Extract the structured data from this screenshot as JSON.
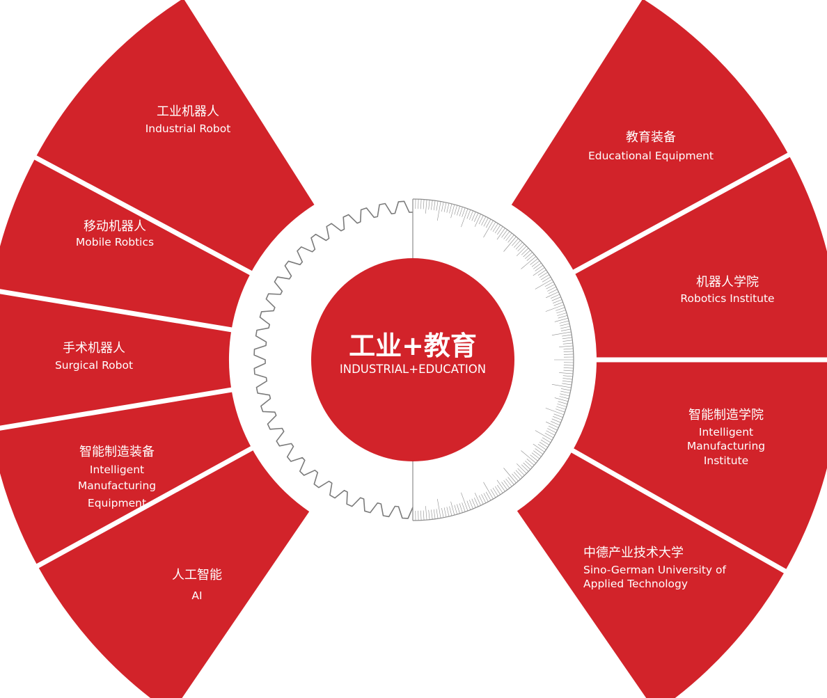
{
  "colors": {
    "accent": "#d2232a",
    "divider": "#ffffff",
    "gear": "#7a7a7a",
    "scale": "#8c8c8c"
  },
  "center": {
    "title_zh": "工业+教育",
    "title_en": "INDUSTRIAL+EDUCATION"
  },
  "left_segments": [
    {
      "zh": "工业机器人",
      "en": [
        "Industrial Robot"
      ]
    },
    {
      "zh": "移动机器人",
      "en": [
        "Mobile Robtics"
      ]
    },
    {
      "zh": "手术机器人",
      "en": [
        "Surgical Robot"
      ]
    },
    {
      "zh": "智能制造装备",
      "en": [
        "Intelligent",
        "Manufacturing",
        "Equipment"
      ]
    },
    {
      "zh": "人工智能",
      "en": [
        "AI"
      ]
    }
  ],
  "right_segments": [
    {
      "zh": "教育装备",
      "en": [
        "Educational Equipment"
      ]
    },
    {
      "zh": "机器人学院",
      "en": [
        "Robotics Institute"
      ]
    },
    {
      "zh": "智能制造学院",
      "en": [
        "Intelligent",
        "Manufacturing",
        "Institute"
      ]
    },
    {
      "zh": "中德产业技术大学",
      "en": [
        "Sino-German University of",
        "Applied Technology"
      ]
    }
  ],
  "icons": {
    "left_decoration": "gear-teeth-icon",
    "right_decoration": "ruler-scale-icon"
  }
}
